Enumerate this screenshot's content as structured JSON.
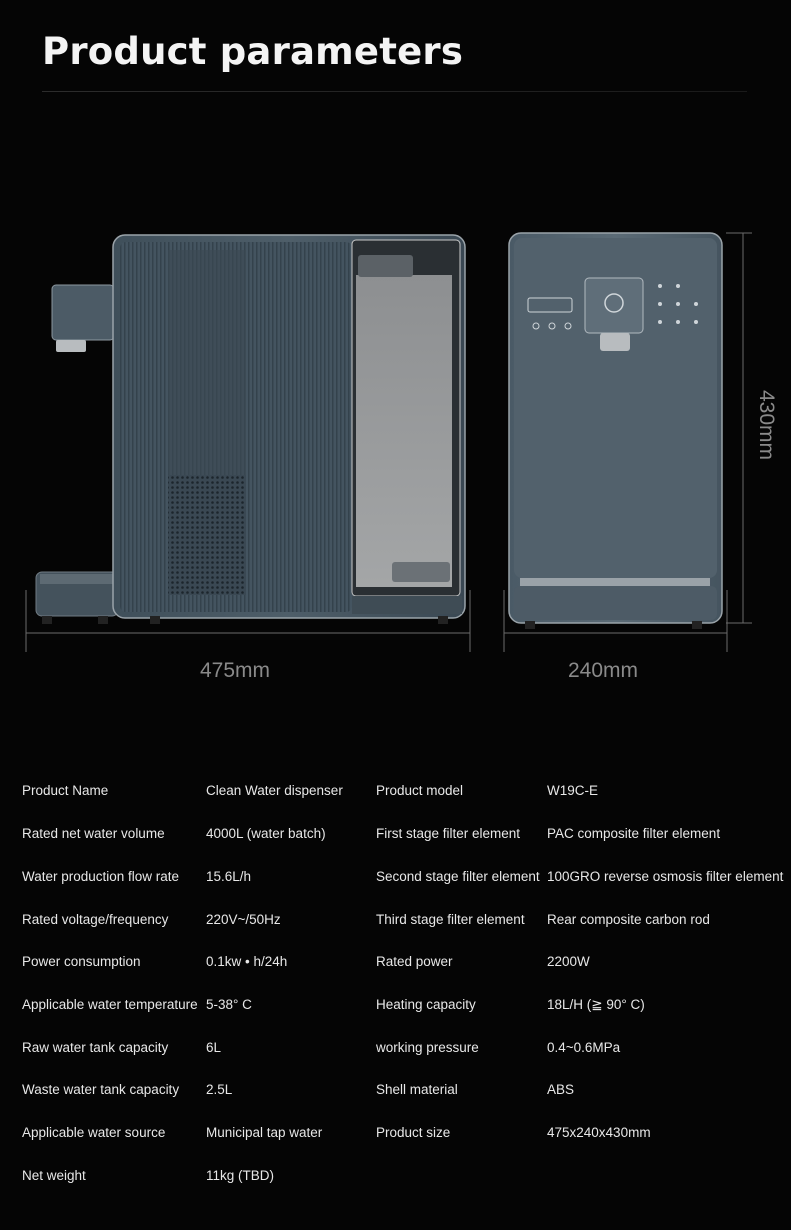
{
  "page_title": "Product parameters",
  "dimensions": {
    "width": "475mm",
    "depth": "240mm",
    "height": "430mm"
  },
  "params": [
    [
      "Product Name",
      "Clean Water dispenser",
      "Product model",
      "W19C-E"
    ],
    [
      "Rated net water volume",
      "4000L (water batch)",
      "First stage filter element",
      "PAC composite filter element"
    ],
    [
      "Water production flow rate",
      "15.6L/h",
      "Second stage filter element",
      "100GRO reverse osmosis filter element"
    ],
    [
      "Rated voltage/frequency",
      "220V~/50Hz",
      "Third stage filter element",
      "Rear composite carbon rod"
    ],
    [
      "Power consumption",
      "0.1kw • h/24h",
      "Rated power",
      "2200W"
    ],
    [
      "Applicable water temperature",
      "5-38° C",
      "Heating capacity",
      "18L/H (≧ 90° C)"
    ],
    [
      "Raw water tank capacity",
      "6L",
      "working pressure",
      "0.4~0.6MPa"
    ],
    [
      "Waste water tank capacity",
      "2.5L",
      "Shell material",
      "ABS"
    ],
    [
      "Applicable water source",
      "Municipal tap water",
      "Product size",
      "475x240x430mm"
    ],
    [
      "Net weight",
      "11kg (TBD)",
      "",
      ""
    ]
  ]
}
